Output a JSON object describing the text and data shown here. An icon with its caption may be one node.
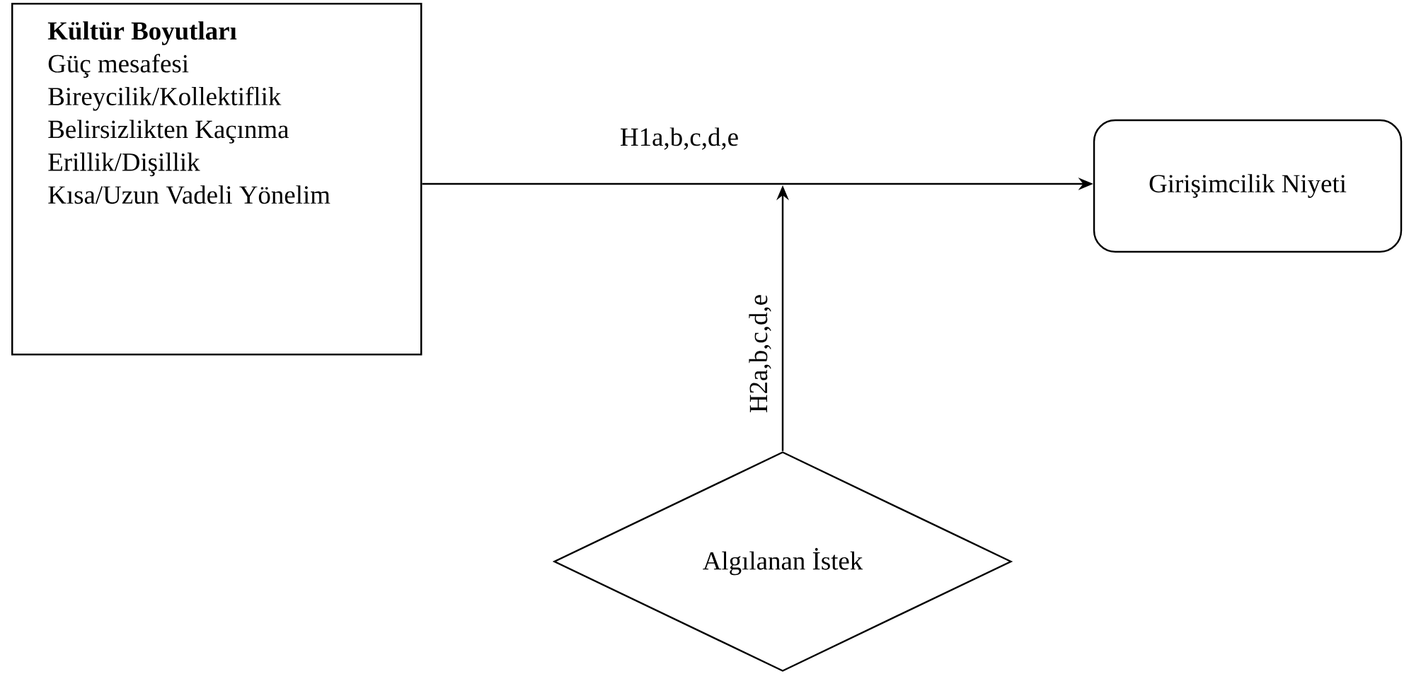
{
  "diagram": {
    "nodes": [
      {
        "text": [
          "Kültür Boyutları",
          "Güç mesafesi",
          "Bireycilik/Kollektiflik",
          "Belirsizlikten Kaçınma",
          "Erillik/Dişillik",
          "Kısa/Uzun Vadeli Yönelim"
        ]
      },
      {
        "text": [
          "Girişimcilik Niyeti"
        ]
      },
      {
        "text": [
          "Algılanan İstek"
        ]
      }
    ],
    "edges": [
      {
        "from": 0,
        "to": 1,
        "arrow": "to",
        "label": "H1a,b,c,d,e"
      },
      {
        "from": 2,
        "to": null,
        "arrow": "to",
        "label": "H2a,b,c,d,e"
      }
    ]
  }
}
